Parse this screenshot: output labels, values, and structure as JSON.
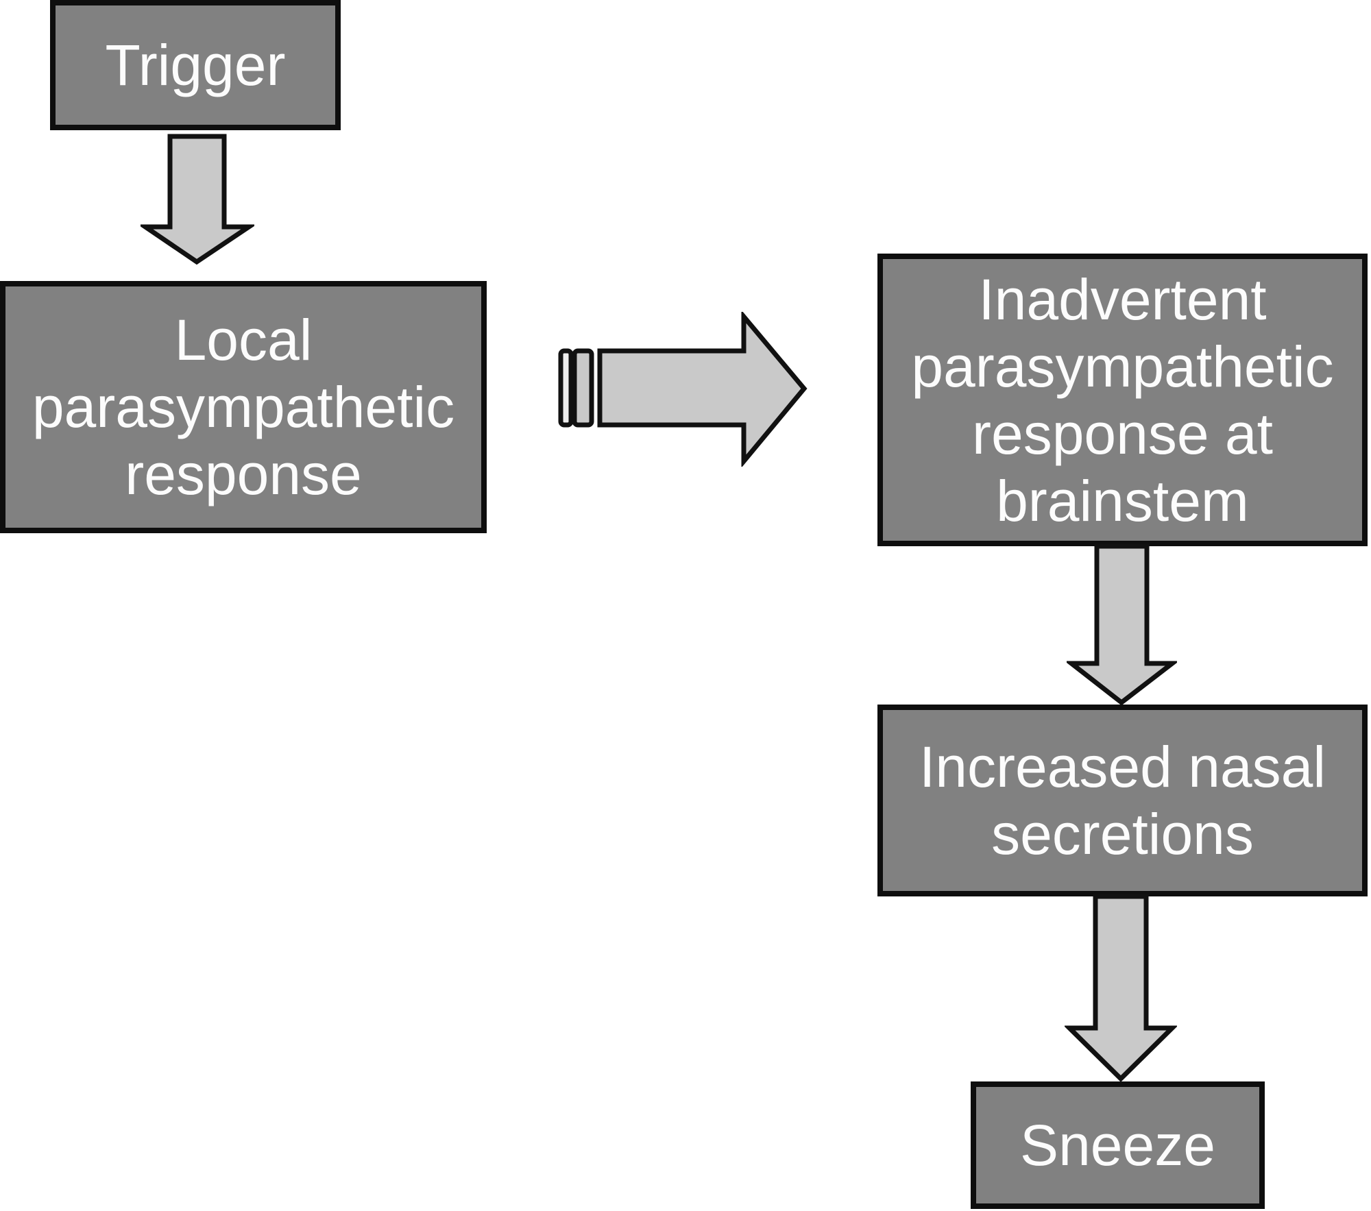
{
  "diagram": {
    "type": "flowchart",
    "background": "#ffffff",
    "nodes": [
      {
        "id": "trigger",
        "label": "Trigger"
      },
      {
        "id": "local-parasympathetic-response",
        "label": "Local\nparasympathetic\nresponse"
      },
      {
        "id": "inadvertent-parasympathetic-response-at-brainstem",
        "label": "Inadvertent\nparasympathetic\nresponse at\nbrainstem"
      },
      {
        "id": "increased-nasal-secretions",
        "label": "Increased nasal\nsecretions"
      },
      {
        "id": "sneeze",
        "label": "Sneeze"
      }
    ],
    "edges": [
      {
        "from": "trigger",
        "to": "local-parasympathetic-response",
        "shape": "down-block-arrow"
      },
      {
        "from": "local-parasympathetic-response",
        "to": "inadvertent-parasympathetic-response-at-brainstem",
        "shape": "striped-right-block-arrow"
      },
      {
        "from": "inadvertent-parasympathetic-response-at-brainstem",
        "to": "increased-nasal-secretions",
        "shape": "down-block-arrow"
      },
      {
        "from": "increased-nasal-secretions",
        "to": "sneeze",
        "shape": "down-block-arrow"
      }
    ],
    "colors": {
      "node_fill": "#818181",
      "node_border": "#0e0e0e",
      "node_text": "#fcfcfc",
      "arrow_fill": "#c9c9c9",
      "arrow_stripe_fill": "#ececec",
      "arrow_outline": "#111111",
      "background": "#ffffff"
    }
  }
}
